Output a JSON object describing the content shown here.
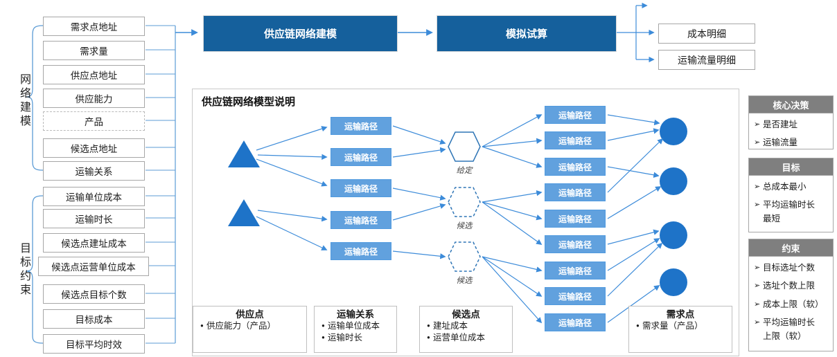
{
  "flow": {
    "step1": "供应链网络建模",
    "step2": "模拟试算",
    "outputs": [
      "成本明细",
      "运输流量明细"
    ]
  },
  "left": {
    "group1": {
      "label": "网络建模",
      "items": [
        "需求点地址",
        "需求量",
        "供应点地址",
        "供应能力",
        "产品",
        "候选点地址",
        "运输关系"
      ]
    },
    "group2": {
      "label": "目标约束",
      "items": [
        "运输单位成本",
        "运输时长",
        "候选点建址成本",
        "候选点运营单位成本",
        "候选点目标个数",
        "目标成本",
        "目标平均时效"
      ]
    }
  },
  "model_panel": {
    "title": "供应链网络模型说明",
    "transport_path_label": "运输路径",
    "hexagon_labels": [
      "给定",
      "候选",
      "候选"
    ],
    "bullet_icon": "•",
    "legend": [
      {
        "title": "供应点",
        "items": [
          "供应能力（产品）"
        ]
      },
      {
        "title": "运输关系",
        "items": [
          "运输单位成本",
          "运输时长"
        ]
      },
      {
        "title": "候选点",
        "items": [
          "建址成本",
          "运营单位成本"
        ]
      },
      {
        "title": "需求点",
        "items": [
          "需求量（产品）"
        ]
      }
    ]
  },
  "right_panels": [
    {
      "header": "核心决策",
      "items": [
        "是否建址",
        "运输流量"
      ]
    },
    {
      "header": "目标",
      "items": [
        "总成本最小",
        "平均运输时长\n最短"
      ]
    },
    {
      "header": "约束",
      "items": [
        "目标选址个数",
        "选址个数上限",
        "成本上限（软）",
        "平均运输时长\n上限（软）"
      ]
    }
  ],
  "icons": {
    "arrow_bullet": "➢"
  },
  "colors": {
    "dark_blue": "#15609C",
    "light_blue": "#61A1DE",
    "shape_blue": "#1E73C8",
    "line_blue": "#3C8BD9",
    "connector_blue": "#5B9BD5",
    "header_gray": "#7F7F7F",
    "border_gray": "#A6A6A6"
  }
}
